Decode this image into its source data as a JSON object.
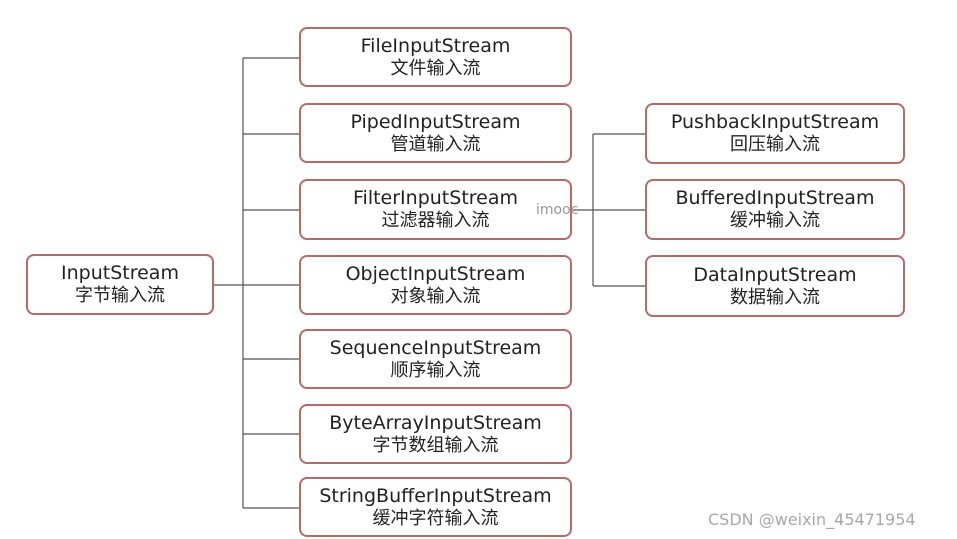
{
  "root": {
    "en": "InputStream",
    "zh": "字节输入流"
  },
  "children": [
    {
      "en": "FileInputStream",
      "zh": "文件输入流"
    },
    {
      "en": "PipedInputStream",
      "zh": "管道输入流"
    },
    {
      "en": "FilterInputStream",
      "zh": "过滤器输入流"
    },
    {
      "en": "ObjectInputStream",
      "zh": "对象输入流"
    },
    {
      "en": "SequenceInputStream",
      "zh": "顺序输入流"
    },
    {
      "en": "ByteArrayInputStream",
      "zh": "字节数组输入流"
    },
    {
      "en": "StringBufferInputStream",
      "zh": "缓冲字符输入流"
    }
  ],
  "filter_children": [
    {
      "en": "PushbackInputStream",
      "zh": "回压输入流"
    },
    {
      "en": "BufferedInputStream",
      "zh": "缓冲输入流"
    },
    {
      "en": "DataInputStream",
      "zh": "数据输入流"
    }
  ],
  "watermarks": {
    "imooc": "imooc",
    "csdn": "CSDN @weixin_45471954"
  },
  "colors": {
    "border": "#b66a6a",
    "line": "#555555"
  }
}
